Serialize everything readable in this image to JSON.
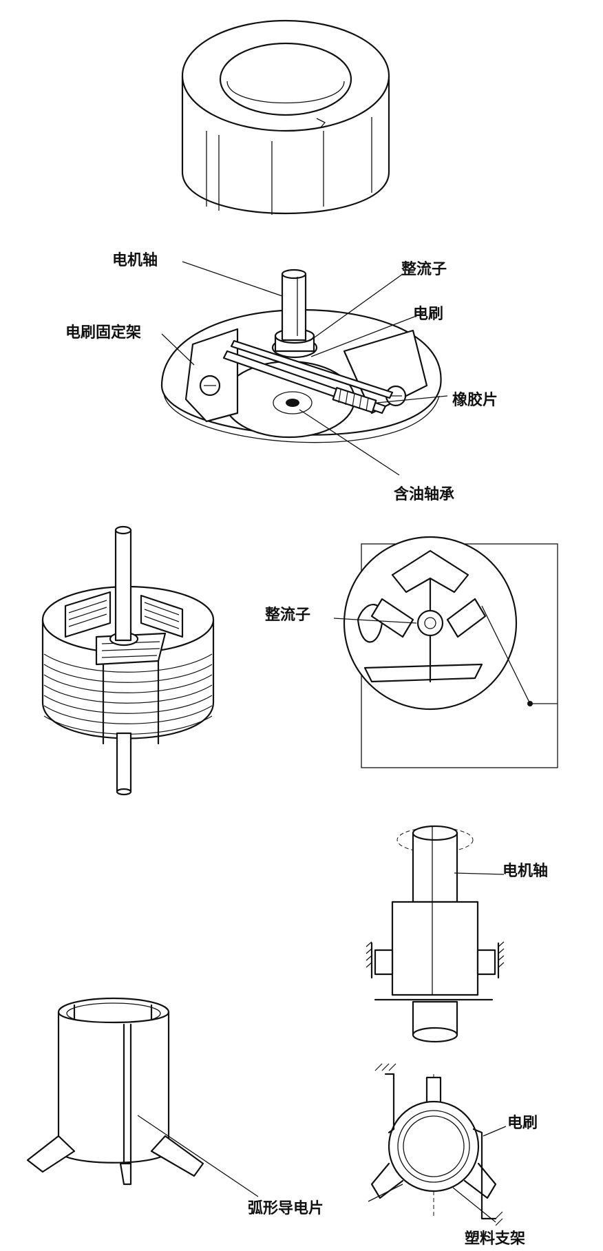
{
  "labels": {
    "motor_shaft_top": "电机轴",
    "commutator_top": "整流子",
    "brush_holder": "电刷固定架",
    "brush_top": "电刷",
    "rubber_piece": "橡胶片",
    "oil_bearing": "含油轴承",
    "commutator_mid": "整流子",
    "motor_shaft_bottom": "电机轴",
    "brush_bottom": "电刷",
    "arc_conductor": "弧形导电片",
    "plastic_bracket": "塑料支架"
  }
}
